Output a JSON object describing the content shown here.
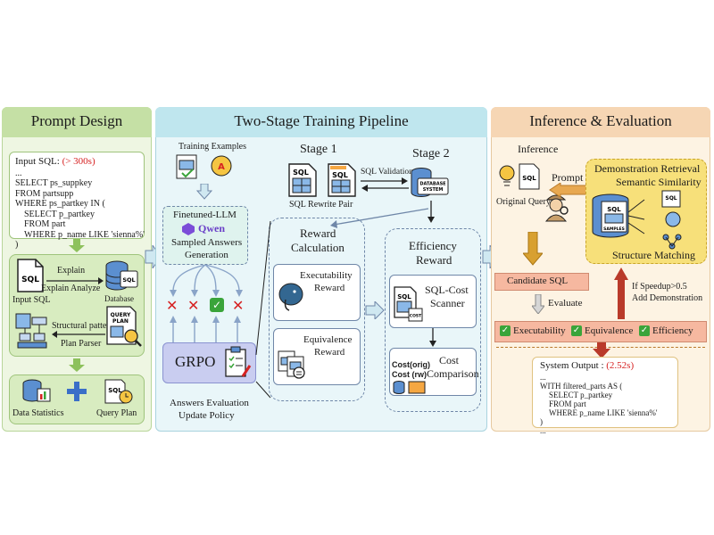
{
  "prompt": {
    "title": "Prompt Design",
    "input_label": "Input SQL: ",
    "input_time": "(> 300s)",
    "sql_lines": [
      "...",
      "SELECT ps_suppkey",
      "FROM partsupp",
      "WHERE ps_partkey IN (",
      "    SELECT p_partkey",
      "    FROM part",
      "    WHERE p_name LIKE 'sienna%'",
      ")",
      "..."
    ],
    "explain": "Explain",
    "explain_analyze": "Explain Analyze",
    "input_sql": "Input SQL",
    "database": "Database",
    "structural": "Structural patterns",
    "plan_parser": "Plan Parser",
    "data_stats": "Data Statistics",
    "query_plan": "Query Plan",
    "icon_sql": "SQL",
    "icon_query_plan": "QUERY PLAN"
  },
  "training": {
    "title": "Two-Stage Training Pipeline",
    "examples": "Training Examples",
    "finetuned": "Finetuned-LLM",
    "qwen": "Qwen",
    "sampled": "Sampled Answers",
    "generation": "Generation",
    "grpo": "GRPO",
    "answers_eval": "Answers Evaluation",
    "update_policy": "Update Policy",
    "stage1": "Stage 1",
    "stage2": "Stage 2",
    "rewrite_pair": "SQL Rewrite Pair",
    "validation": "SQL Validation",
    "db_system": "DATABASE SYSTEM",
    "reward_calc_1": "Reward",
    "reward_calc_2": "Calculation",
    "exec_1": "Executability",
    "exec_2": "Reward",
    "equiv_1": "Equivalence",
    "equiv_2": "Reward",
    "eff_1": "Efficiency",
    "eff_2": "Reward",
    "scanner_1": "SQL-Cost",
    "scanner_2": "Scanner",
    "cost_1": "Cost",
    "cost_2": "Comparison",
    "cost_orig": "Cost(orig)",
    "cost_rw": "Cost (rw)",
    "icon_sql": "SQL",
    "icon_cost": "COST"
  },
  "inference": {
    "title": "Inference & Evaluation",
    "inference": "Inference",
    "prompt": "Prompt",
    "original_query": "Original Query",
    "demo_retrieval": "Demonstration Retrieval",
    "semantic": "Semantic Similarity",
    "structure": "Structure Matching",
    "samples": "SAMPLES",
    "candidate": "Candidate SQL",
    "evaluate": "Evaluate",
    "speedup": "If Speedup>0.5",
    "add_demo": "Add Demonstration",
    "executability": "Executability",
    "equivalence": "Equivalence",
    "efficiency": "Efficiency",
    "output_label": "System Output : ",
    "output_time": "(2.52s)",
    "out_lines": [
      "...",
      "WITH filtered_parts AS (",
      "    SELECT p_partkey",
      "    FROM part",
      "    WHERE p_name LIKE 'sienna%'",
      ")",
      "..."
    ],
    "icon_sql": "SQL"
  },
  "colors": {
    "green_panel": "#eef6e2",
    "green_head": "#c5e0a5",
    "blue_panel": "#e9f6f9",
    "blue_head": "#bfe6ee",
    "orange_panel": "#fdf3e3",
    "orange_head": "#f6d6b4",
    "red": "#d62222",
    "check": "#3aa43a"
  }
}
